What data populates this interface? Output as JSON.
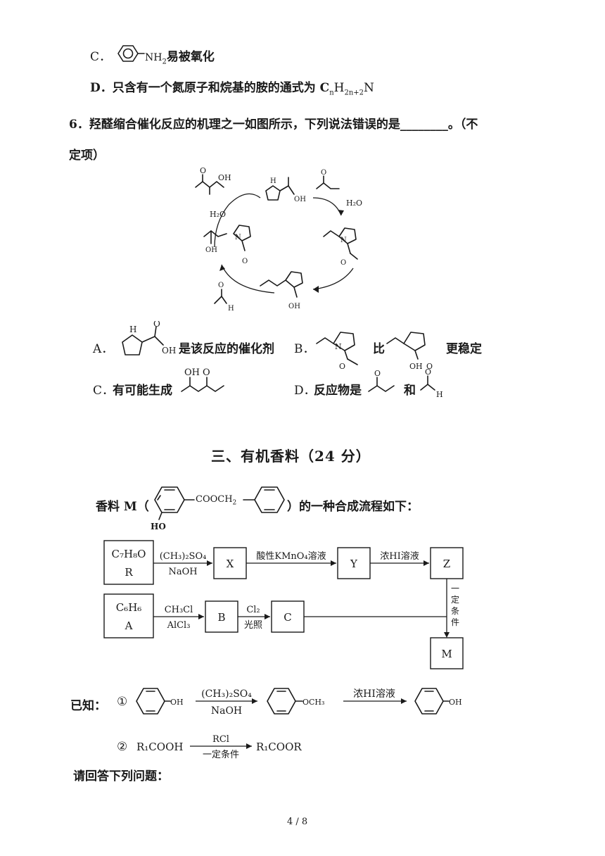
{
  "q5": {
    "option_c_label": "C．",
    "option_c_group": "NH",
    "option_c_sub": "2",
    "option_c_text": "易被氧化",
    "option_d_label": "D．",
    "option_d_text_1": "只含有一个氮原子和烷基的胺的通式为 C",
    "option_d_sub_1": "n",
    "option_d_text_2": "H",
    "option_d_sub_2": "2n+2",
    "option_d_text_3": "N"
  },
  "q6": {
    "stem": "6．羟醛缩合催化反应的机理之一如图所示，下列说法错误的是________。（不",
    "stem_cont": "定项）",
    "cycle_labels": {
      "water_out_left": "H₂O",
      "water_out_right": "H₂O",
      "oh_1": "OH",
      "oh_2": "OH",
      "oh_3": "OH",
      "nh": "H",
      "n_plus": "N",
      "n_plus_2": "N",
      "o_minus_1": "O",
      "o_minus_2": "O",
      "oh_bottom": "OH",
      "o_carbonyl": "O",
      "h_ald": "H",
      "o_ketone": "O",
      "o_ald": "O"
    },
    "options": {
      "a_label": "A．",
      "a_text": "是该反应的催化剂",
      "b_label": "B．",
      "b_mid": "比",
      "b_text": "更稳定",
      "c_label": "C．",
      "c_text": "有可能生成",
      "d_label": "D．",
      "d_text": "反应物是",
      "d_and": "和"
    }
  },
  "section3": {
    "heading": "三、有机香料（24 分）",
    "intro_pre": "香料 M（",
    "intro_group": "COOCH",
    "intro_sub": "2",
    "intro_ho": "HO",
    "intro_post": "）的一种合成流程如下："
  },
  "flow": {
    "box_r_formula": "C₇H₈O",
    "box_r_name": "R",
    "reagent_1_top": "(CH₃)₂SO₄",
    "reagent_1_bottom": "NaOH",
    "box_x": "X",
    "reagent_2": "酸性KMnO₄溶液",
    "box_y": "Y",
    "reagent_3": "浓HI溶液",
    "box_z": "Z",
    "box_a_formula": "C₆H₆",
    "box_a_name": "A",
    "reagent_4_top": "CH₃Cl",
    "reagent_4_bottom": "AlCl₃",
    "box_b": "B",
    "reagent_5_top": "Cl₂",
    "reagent_5_bottom": "光照",
    "box_c": "C",
    "vertical_condition": [
      "一",
      "定",
      "条",
      "件"
    ],
    "box_m": "M"
  },
  "known": {
    "label": "已知：",
    "item1_num": "①",
    "oh": "OH",
    "reagent_top": "(CH₃)₂SO₄",
    "reagent_bottom": "NaOH",
    "och3": "OCH₃",
    "reagent_hi": "浓HI溶液",
    "oh_end": "OH",
    "item2_num": "②",
    "item2_left": "R₁COOH",
    "item2_reagent_top": "RCl",
    "item2_reagent_bottom": "一定条件",
    "item2_right": "R₁COOR"
  },
  "prompt": "请回答下列问题：",
  "page_number": "4 / 8"
}
